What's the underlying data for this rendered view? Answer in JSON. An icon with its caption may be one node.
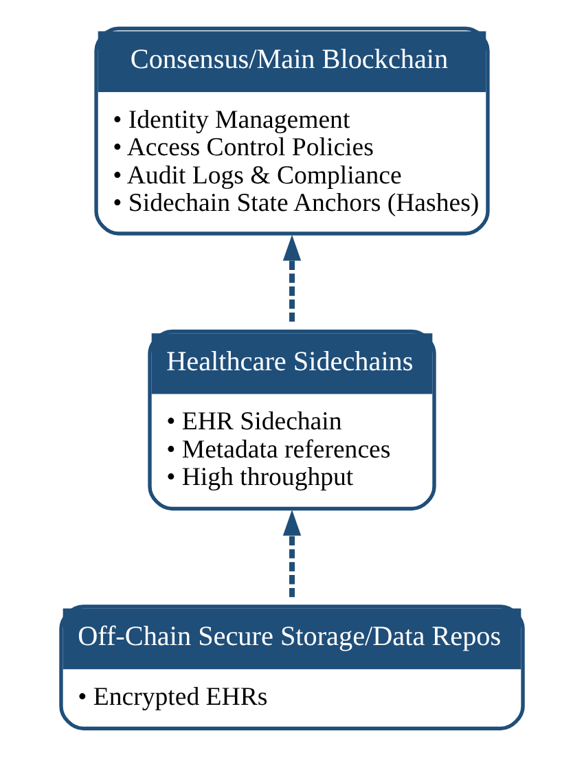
{
  "diagram": {
    "nodes": [
      {
        "text": [
          "Consensus/Main Blockchain",
          "• Identity Management",
          "• Access Control Policies",
          "• Audit Logs & Compliance",
          "• Sidechain State Anchors (Hashes)"
        ]
      },
      {
        "text": [
          "Healthcare Sidechains",
          "• EHR Sidechain",
          "• Metadata references",
          "• High throughput"
        ]
      },
      {
        "text": [
          "Off-Chain Secure Storage/Data Repos",
          "• Encrypted EHRs"
        ]
      }
    ],
    "edges": [
      {
        "from": 1,
        "to": 0,
        "arrow": "to",
        "style": "dashed"
      },
      {
        "from": 2,
        "to": 1,
        "arrow": "to",
        "style": "dashed"
      }
    ]
  }
}
